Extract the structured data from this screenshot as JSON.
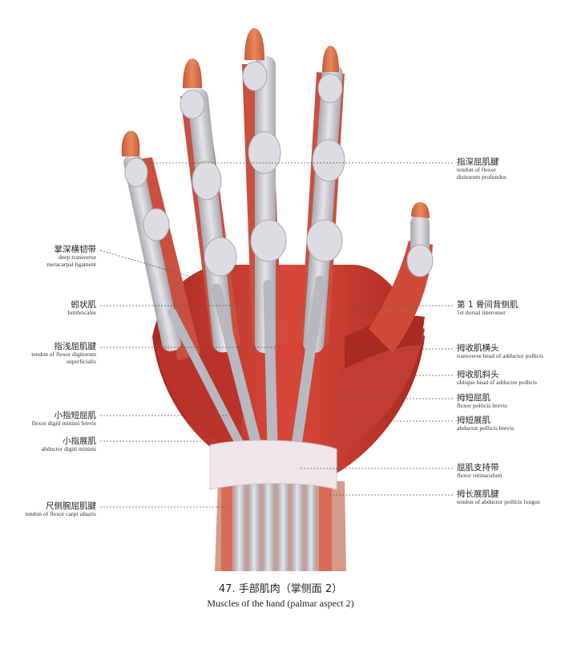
{
  "labels_left": [
    {
      "id": "deep-transverse",
      "zh": "掌深横韧带",
      "en": [
        "deep transverse",
        "metacarpal ligament"
      ]
    },
    {
      "id": "lumbricales",
      "zh": "蚓状肌",
      "en": [
        "lumbricales"
      ]
    },
    {
      "id": "fds",
      "zh": "指浅屈肌腱",
      "en": [
        "tendon of flexor digitorum",
        "superficialis"
      ]
    },
    {
      "id": "fdmb",
      "zh": "小指短屈肌",
      "en": [
        "flexor digiti minimi brevis"
      ]
    },
    {
      "id": "adm",
      "zh": "小指展肌",
      "en": [
        "abductor digiti minimi"
      ]
    },
    {
      "id": "fcu",
      "zh": "尺侧腕屈肌腱",
      "en": [
        "tendon of flexor carpi ulnaris"
      ]
    }
  ],
  "labels_right": [
    {
      "id": "fdp",
      "zh": "指深屈肌腱",
      "en": [
        "tendon of flexor",
        "disitorum profundus"
      ]
    },
    {
      "id": "dorsal-interosseous",
      "zh": "第 1 骨间背侧肌",
      "en": [
        "1st dorsal interosser"
      ]
    },
    {
      "id": "transverse-adductor",
      "zh": "拇收肌横头",
      "en": [
        "transverse head of adductor pollicis"
      ]
    },
    {
      "id": "oblique-adductor",
      "zh": "拇收肌斜头",
      "en": [
        "oblique head of adductor pollicis"
      ]
    },
    {
      "id": "fpb",
      "zh": "拇短屈肌",
      "en": [
        "flexor pollicis brevis"
      ]
    },
    {
      "id": "apb",
      "zh": "拇短展肌",
      "en": [
        "abductor pollicis brevis"
      ]
    },
    {
      "id": "retinaculum",
      "zh": "屈肌支持带",
      "en": [
        "flexor retinaculum"
      ]
    },
    {
      "id": "apl",
      "zh": "拇长展肌腱",
      "en": [
        "tendon of abductor pollicis longus"
      ]
    }
  ],
  "caption": {
    "number": "47.  手部肌肉（掌侧面 2）",
    "english": "Muscles of the hand (palmar aspect 2)"
  },
  "colors": {
    "muscle": "#c6352a",
    "muscle_dark": "#8e1d17",
    "tendon": "#cfcfd3",
    "tendon_shade": "#a8a8b0",
    "skin_tip": "#e8874a",
    "retinaculum": "#efe6ea",
    "leader": "#555555"
  }
}
